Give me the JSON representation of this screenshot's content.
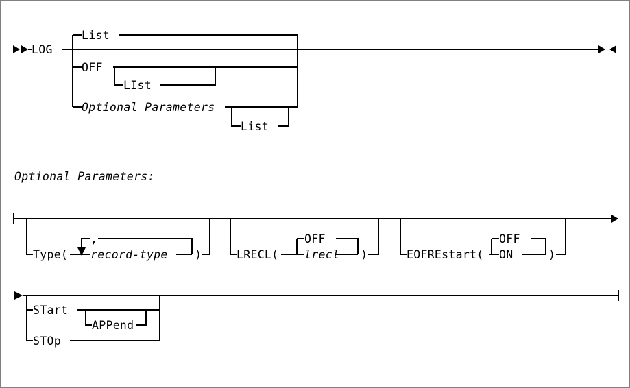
{
  "diagram": {
    "type": "railroad-syntax-diagram",
    "command": "LOG",
    "section_label": "Optional Parameters:",
    "colors": {
      "line": "#000000",
      "text": "#000000",
      "background": "#ffffff",
      "border": "#808080"
    },
    "main": {
      "start_marker": "►►",
      "end_marker": "►◄",
      "keyword": "LOG",
      "branches": [
        {
          "label": "List",
          "kind": "keyword",
          "row": "top"
        },
        {
          "label": "",
          "kind": "bypass",
          "row": "main"
        },
        {
          "label": "OFF",
          "kind": "keyword",
          "row": "second",
          "sub": {
            "label": "LIst",
            "kind": "keyword",
            "optional": true
          }
        },
        {
          "label": "Optional Parameters",
          "kind": "fragment-reference",
          "row": "third",
          "sub": {
            "label": "List",
            "kind": "keyword",
            "optional": true
          }
        }
      ]
    },
    "fragment_rows": [
      {
        "id": "row-params-1",
        "start_marker": "├",
        "end_marker": "►",
        "groups": [
          {
            "name": "type-group",
            "optional": true,
            "prefix": "Type(",
            "suffix": ")",
            "repeat_separator": ",",
            "items": [
              {
                "label": "record-type",
                "kind": "variable"
              }
            ]
          },
          {
            "name": "lrecl-group",
            "optional": true,
            "prefix": "LRECL(",
            "suffix": ")",
            "items": [
              {
                "label": "OFF",
                "kind": "keyword",
                "default": true
              },
              {
                "label": "lrecl",
                "kind": "variable"
              }
            ]
          },
          {
            "name": "eofrestart-group",
            "optional": true,
            "prefix": "EOFREstart(",
            "suffix": ")",
            "items": [
              {
                "label": "OFF",
                "kind": "keyword",
                "default": true
              },
              {
                "label": "ON",
                "kind": "keyword"
              }
            ]
          }
        ]
      },
      {
        "id": "row-params-2",
        "start_marker": "►",
        "end_marker": "┤",
        "groups": [
          {
            "name": "start-stop-group",
            "optional": true,
            "items": [
              {
                "label": "STart",
                "kind": "keyword",
                "sub": {
                  "label": "APPend",
                  "kind": "keyword",
                  "optional": true
                }
              },
              {
                "label": "STOp",
                "kind": "keyword"
              }
            ]
          }
        ]
      }
    ]
  },
  "tokens": {
    "log": "LOG",
    "list_upper_l": "List",
    "off": "OFF",
    "list_li": "LIst",
    "optional_parameters": "Optional Parameters",
    "list_third": "List",
    "section_heading": "Optional Parameters:",
    "type_open": "Type(",
    "record_type": "record-type",
    "comma": ",",
    "paren_close_1": ")",
    "lrecl_open": "LRECL(",
    "lrecl_off": "OFF",
    "lrecl_var": "lrecl",
    "paren_close_2": ")",
    "eofrestart_open": "EOFREstart(",
    "eofrestart_off": "OFF",
    "eofrestart_on": "ON",
    "paren_close_3": ")",
    "start": "STart",
    "append": "APPend",
    "stop": "STOp"
  }
}
